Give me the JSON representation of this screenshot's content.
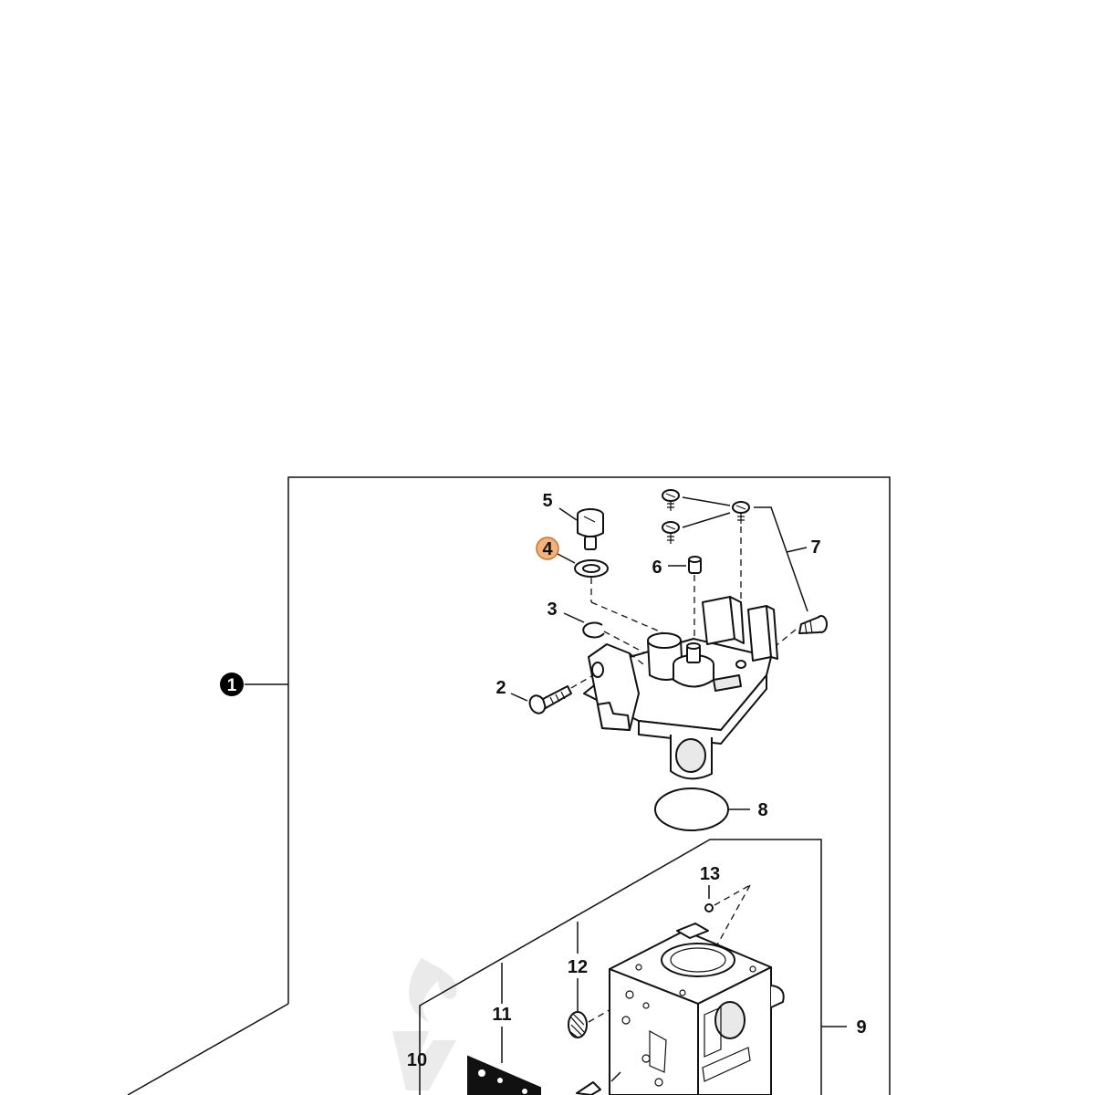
{
  "diagram": {
    "callouts": [
      {
        "id": "c1",
        "label": "1",
        "style": "filled-black-circle"
      },
      {
        "id": "c2",
        "label": "2"
      },
      {
        "id": "c3",
        "label": "3"
      },
      {
        "id": "c4",
        "label": "4",
        "style": "highlighted-orange-circle"
      },
      {
        "id": "c5",
        "label": "5"
      },
      {
        "id": "c6",
        "label": "6"
      },
      {
        "id": "c7",
        "label": "7"
      },
      {
        "id": "c8",
        "label": "8"
      },
      {
        "id": "c9",
        "label": "9"
      },
      {
        "id": "c10",
        "label": "10"
      },
      {
        "id": "c11",
        "label": "11"
      },
      {
        "id": "c12",
        "label": "12"
      },
      {
        "id": "c13",
        "label": "13"
      }
    ],
    "colors": {
      "line": "#111111",
      "highlight_fill": "#f4b27a",
      "highlight_stroke": "#c8742e",
      "callout_1_fill": "#000000",
      "background": "#ffffff"
    }
  }
}
